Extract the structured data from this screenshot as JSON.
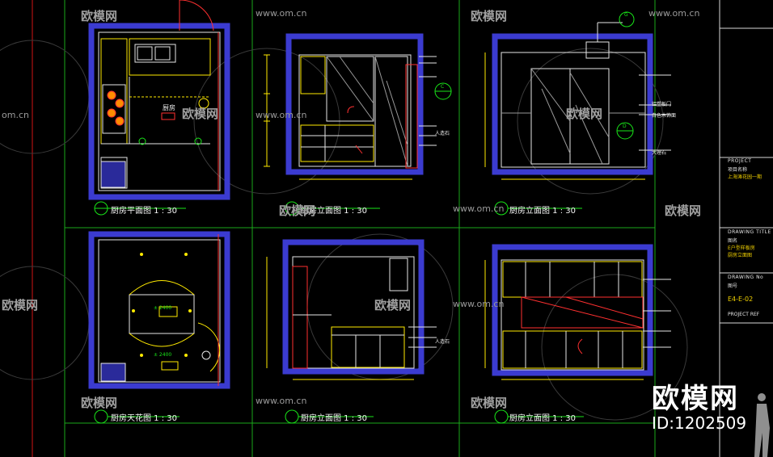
{
  "drawing": {
    "views": [
      {
        "title": "厨房平面图  1 : 30"
      },
      {
        "title": "厨房立面图  1 : 30"
      },
      {
        "title": "厨房立面图  1 : 30"
      },
      {
        "title": "厨房天花图  1 : 30"
      },
      {
        "title": "厨房立面图  1 : 30"
      },
      {
        "title": "厨房立面图  1 : 30"
      }
    ],
    "callouts": {
      "ceiling_height": "± 2400",
      "marks": [
        "C",
        "D",
        "G"
      ],
      "room_label": "厨房",
      "leaders": [
        "人造石",
        "铝塑板门",
        "大理石",
        "白色木饰面",
        "人造石"
      ]
    },
    "title_block": {
      "project_heading": "PROJECT",
      "project_label": "项目名称",
      "project_name": "上海滩花园一期",
      "drawing_title_heading": "DRAWING TITLE",
      "drawing_label": "图名",
      "drawing_name_1": "E户型样板房",
      "drawing_name_2": "厨房立面图",
      "drawing_no_heading": "DRAWING No",
      "drawing_no_label": "图号",
      "drawing_no": "E4-E-02",
      "project_ref": "PROJECT REF"
    }
  },
  "watermarks": {
    "site": "www.om.cn",
    "site_short": "om.cn",
    "brand_small": "欧模网",
    "brand": "欧模网",
    "id": "ID:1202509"
  }
}
